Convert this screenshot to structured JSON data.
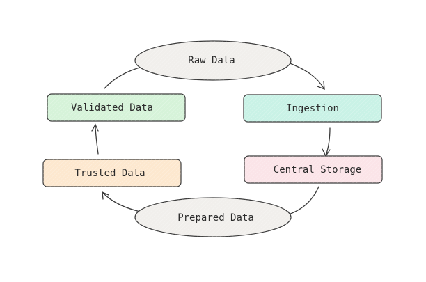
{
  "diagram": {
    "nodes": {
      "raw_data": {
        "label": "Raw Data",
        "shape": "ellipse",
        "fill": "#f1efec"
      },
      "ingestion": {
        "label": "Ingestion",
        "shape": "rounded-rect",
        "fill": "#c9f2e6"
      },
      "central_storage": {
        "label": "Central Storage",
        "shape": "rounded-rect",
        "fill": "#fbe4e8"
      },
      "prepared_data": {
        "label": "Prepared Data",
        "shape": "ellipse",
        "fill": "#f1efec"
      },
      "trusted_data": {
        "label": "Trusted Data",
        "shape": "rounded-rect",
        "fill": "#fde8cf"
      },
      "validated_data": {
        "label": "Validated Data",
        "shape": "rounded-rect",
        "fill": "#d6f3d9"
      }
    },
    "edges": [
      {
        "from": "Raw Data",
        "to": "Ingestion"
      },
      {
        "from": "Ingestion",
        "to": "Central Storage"
      },
      {
        "from": "Central Storage",
        "to": "Prepared Data"
      },
      {
        "from": "Prepared Data",
        "to": "Trusted Data"
      },
      {
        "from": "Trusted Data",
        "to": "Validated Data"
      },
      {
        "from": "Validated Data",
        "to": "Raw Data"
      }
    ],
    "stroke_color": "#3a3a3a"
  }
}
